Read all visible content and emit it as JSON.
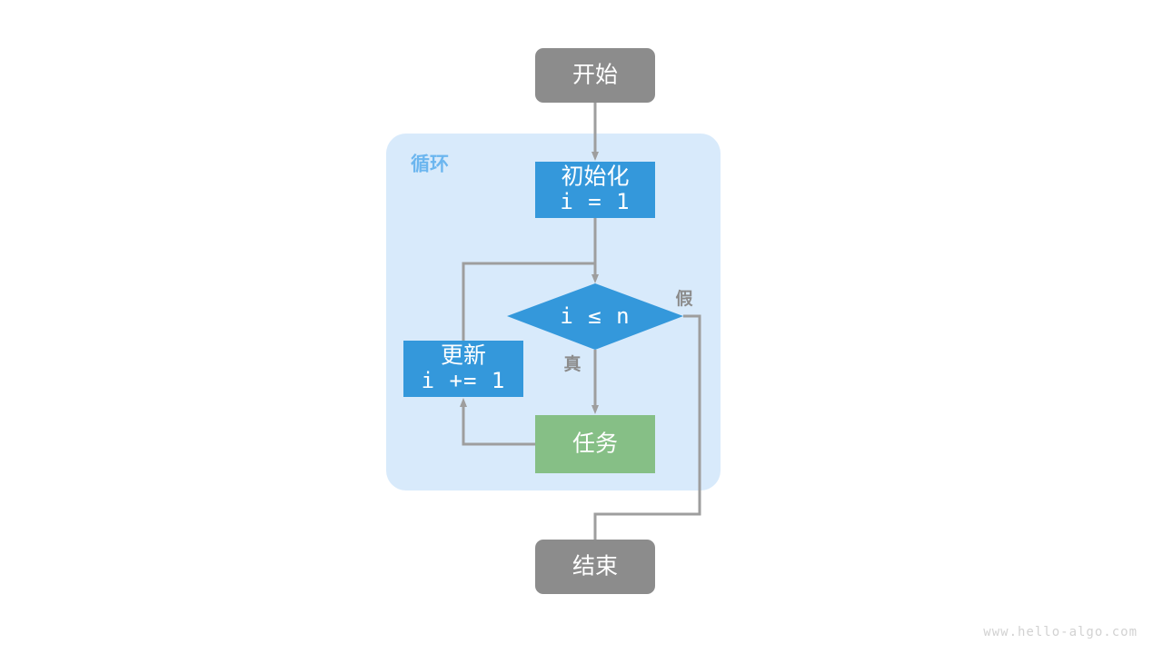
{
  "diagram": {
    "title": "for-loop-flowchart",
    "background": "#ffffff",
    "group": {
      "label": "循环",
      "fill": "#d8eafb",
      "label_color": "#6cb6ef"
    },
    "colors": {
      "terminal": "#8c8c8c",
      "process": "#3498db",
      "decision": "#3498db",
      "task": "#86bf86",
      "connector": "#9e9e9e",
      "label": "#8c8c8c",
      "node_text": "#ffffff"
    },
    "nodes": {
      "start": {
        "label": "开始",
        "shape": "rounded-rect",
        "fill": "#8c8c8c"
      },
      "init": {
        "label_line1": "初始化",
        "label_line2": "i = 1",
        "shape": "rect",
        "fill": "#3498db"
      },
      "decision": {
        "label": "i ≤ n",
        "shape": "diamond",
        "fill": "#3498db"
      },
      "task": {
        "label": "任务",
        "shape": "rect",
        "fill": "#86bf86"
      },
      "update": {
        "label_line1": "更新",
        "label_line2": "i += 1",
        "shape": "rect",
        "fill": "#3498db"
      },
      "end": {
        "label": "结束",
        "shape": "rounded-rect",
        "fill": "#8c8c8c"
      }
    },
    "edge_labels": {
      "true": "真",
      "false": "假"
    }
  },
  "watermark": {
    "text": "www.hello-algo.com"
  }
}
